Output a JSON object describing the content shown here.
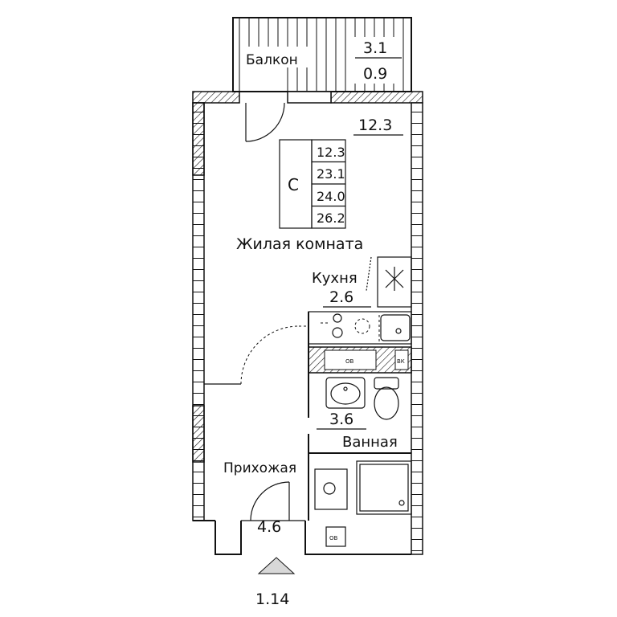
{
  "type": "studio apartment floor plan",
  "rooms": {
    "balcony": {
      "name": "Балкон",
      "area_full": "3.1",
      "area_reduced": "0.9"
    },
    "living": {
      "name": "Жилая комната",
      "area": "12.3"
    },
    "kitchen": {
      "name": "Кухня",
      "area": "2.6"
    },
    "bathroom": {
      "name": "Ванная",
      "area": "3.6"
    },
    "hallway": {
      "name": "Прихожая",
      "area": "4.6"
    }
  },
  "summary_box": {
    "type_letter": "С",
    "values": [
      "12.3",
      "23.1",
      "24.0",
      "26.2"
    ]
  },
  "appliance_labels": {
    "oven": "ОВ",
    "ventilation": "ВК",
    "water_heater": "ОВ"
  },
  "entrance": {
    "number": "1.14"
  }
}
